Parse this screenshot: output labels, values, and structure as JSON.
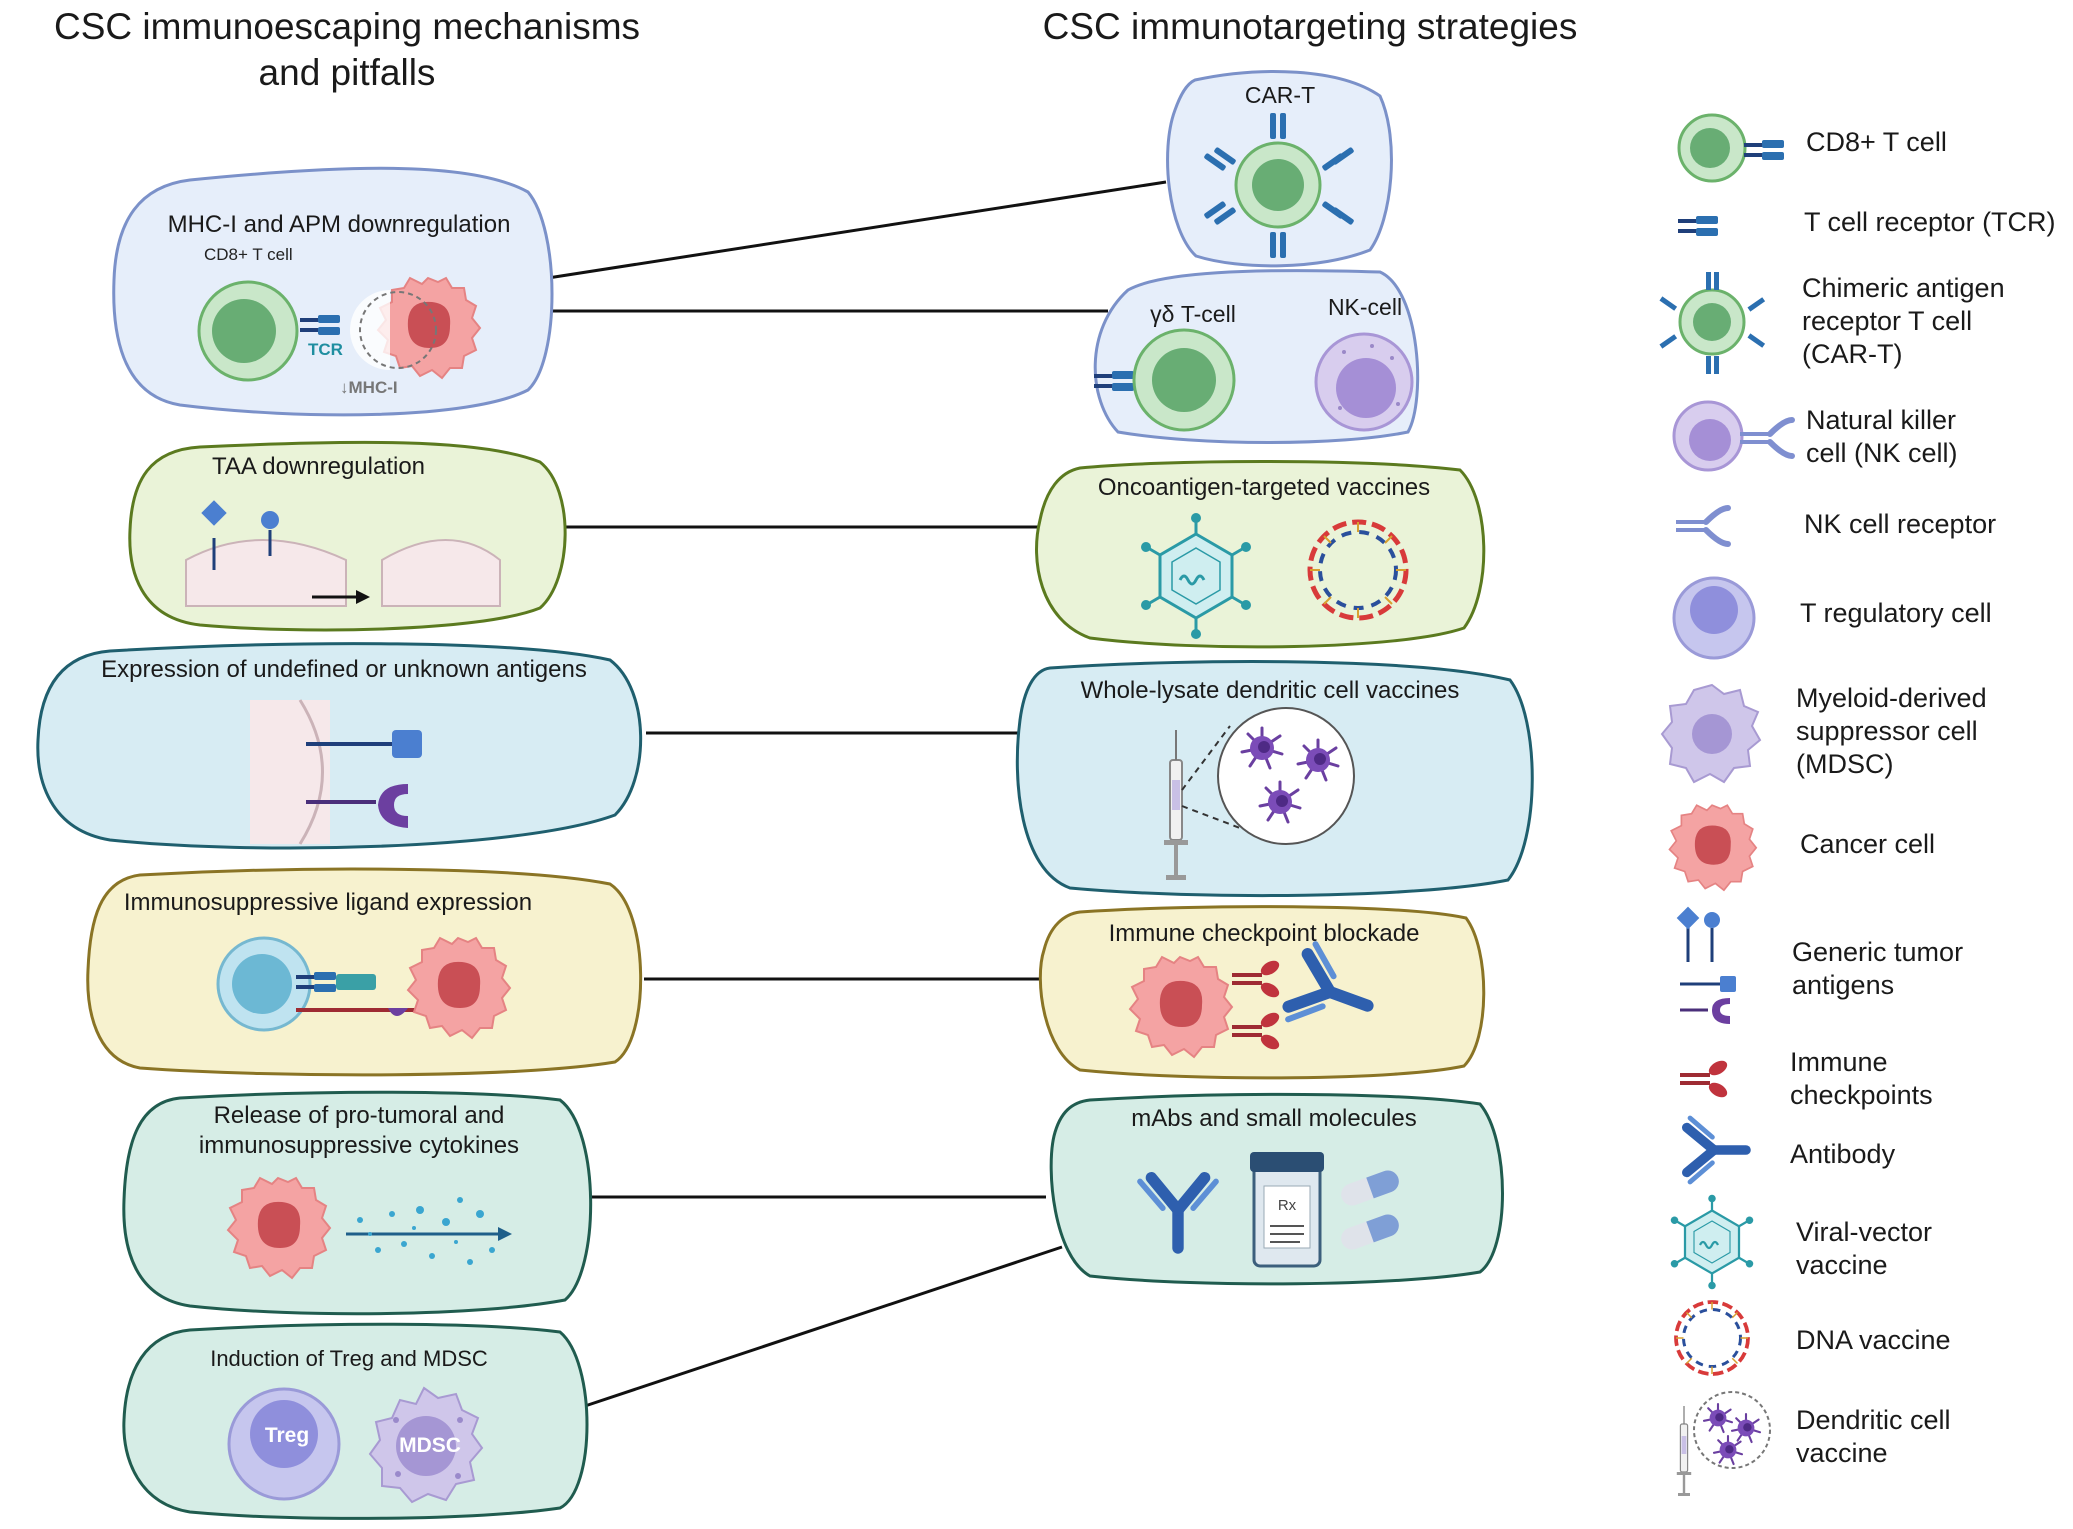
{
  "headings": {
    "left_line1": "CSC immunoescaping mechanisms",
    "left_line2": "and pitfalls",
    "right": "CSC immunotargeting strategies"
  },
  "left_panels": [
    {
      "title": "MHC-I and APM downregulation",
      "sub_cd8": "CD8+ T cell",
      "sub_tcr": "TCR",
      "sub_mhc": "↓MHC-I"
    },
    {
      "title": "TAA downregulation"
    },
    {
      "title": "Expression of undefined or unknown antigens"
    },
    {
      "title": "Immunosuppressive ligand expression"
    },
    {
      "title_line1": "Release of pro-tumoral and",
      "title_line2": "immunosuppressive cytokines"
    },
    {
      "title": "Induction of Treg and MDSC",
      "treg": "Treg",
      "mdsc": "MDSC"
    }
  ],
  "right_panels": [
    {
      "title": "CAR-T"
    },
    {
      "title_a": "γδ T-cell",
      "title_b": "NK-cell"
    },
    {
      "title": "Oncoantigen-targeted vaccines"
    },
    {
      "title": "Whole-lysate dendritic cell vaccines"
    },
    {
      "title": "Immune checkpoint blockade"
    },
    {
      "title": "mAbs and small molecules",
      "rx": "Rx"
    }
  ],
  "legend": [
    {
      "lines": [
        "CD8+ T cell"
      ],
      "icon": "cd8-t-cell-icon"
    },
    {
      "lines": [
        "T cell receptor (TCR)"
      ],
      "icon": "tcr-icon"
    },
    {
      "lines": [
        "Chimeric antigen",
        "receptor T cell",
        "(CAR-T)"
      ],
      "icon": "car-t-icon"
    },
    {
      "lines": [
        "Natural killer",
        "cell (NK cell)"
      ],
      "icon": "nk-cell-icon"
    },
    {
      "lines": [
        "NK cell receptor"
      ],
      "icon": "nk-receptor-icon"
    },
    {
      "lines": [
        "T regulatory cell"
      ],
      "icon": "treg-icon"
    },
    {
      "lines": [
        "Myeloid-derived",
        "suppressor cell",
        "(MDSC)"
      ],
      "icon": "mdsc-icon"
    },
    {
      "lines": [
        "Cancer cell"
      ],
      "icon": "cancer-cell-icon"
    },
    {
      "lines": [
        "Generic tumor",
        "antigens"
      ],
      "icon": "tumor-antigen-icon"
    },
    {
      "lines": [
        "Immune",
        "checkpoints"
      ],
      "icon": "immune-checkpoint-icon"
    },
    {
      "lines": [
        "Antibody"
      ],
      "icon": "antibody-icon"
    },
    {
      "lines": [
        "Viral-vector",
        "vaccine"
      ],
      "icon": "viral-vector-icon"
    },
    {
      "lines": [
        "DNA vaccine"
      ],
      "icon": "dna-vaccine-icon"
    },
    {
      "lines": [
        "Dendritic cell",
        "vaccine"
      ],
      "icon": "dendritic-vaccine-icon"
    }
  ],
  "colors": {
    "blue_fill": "#e6eefa",
    "blue_stroke": "#7b91c9",
    "green_fill": "#eaf3d8",
    "green_stroke": "#5b7a1f",
    "cyan_fill": "#d7ecf3",
    "cyan_stroke": "#1f5f6e",
    "yellow_fill": "#f7f2cf",
    "yellow_stroke": "#8a7425",
    "teal_fill": "#d6ede6",
    "teal_stroke": "#205c4f"
  }
}
